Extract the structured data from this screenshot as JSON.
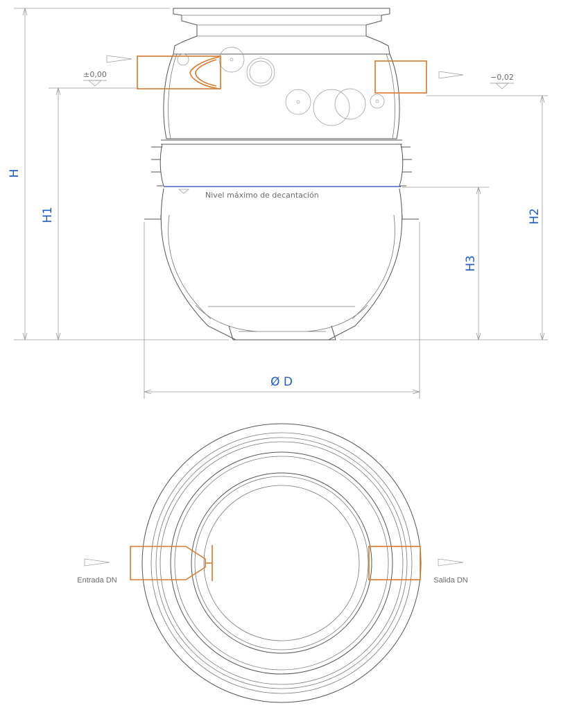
{
  "side_view": {
    "dimensions": {
      "H": "H",
      "H1": "H1",
      "H2": "H2",
      "H3": "H3",
      "D": "Ø D"
    },
    "levels": {
      "inlet": "±0,00",
      "outlet": "−0,02"
    },
    "annotation": "Nivel máximo de decantación"
  },
  "top_view": {
    "inlet_label": "Entrada DN",
    "outlet_label": "Salida DN"
  },
  "colors": {
    "dimension_text": "#1f5fbf",
    "pipe": "#d9782e",
    "water_level": "#2b3fb0",
    "outline": "#555555"
  }
}
